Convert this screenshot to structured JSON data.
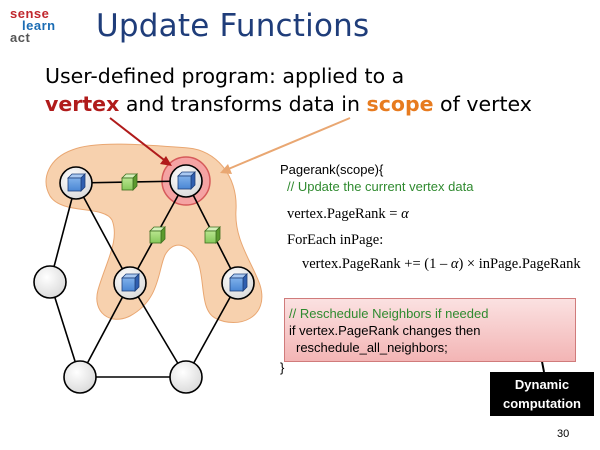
{
  "logo": {
    "line1": "sense",
    "line2": "learn",
    "line3": "act"
  },
  "title": "Update Functions",
  "subtitle": {
    "line1": "User-defined program: applied to a",
    "vertex_word": "vertex",
    "middle": " and transforms data in ",
    "scope_word": "scope",
    "end": " of vertex"
  },
  "code": {
    "header": "Pagerank(scope){",
    "comment1": "// Update the current vertex data",
    "line_assign_left": "vertex.PageRank = ",
    "alpha": "α",
    "foreach": "ForEach inPage:",
    "update_left": "vertex.PageRank += (1 – ",
    "update_mid": ") × inPage.PageRank",
    "comment2": "// Reschedule Neighbors if needed",
    "if_line": "if vertex.PageRank changes then",
    "reschedule": "reschedule_all_neighbors;",
    "close": "}"
  },
  "callout": {
    "line1": "Dynamic",
    "line2": "computation"
  },
  "page_number": "30",
  "colors": {
    "title": "#1f3d7a",
    "vertex_word": "#b01b1b",
    "scope_word": "#e77b1f",
    "scope_fill": "#f6c9a0",
    "vertex_cube": "#2f5fb0",
    "edge_cube": "#6cb63a",
    "comment": "#2f8a2f"
  }
}
